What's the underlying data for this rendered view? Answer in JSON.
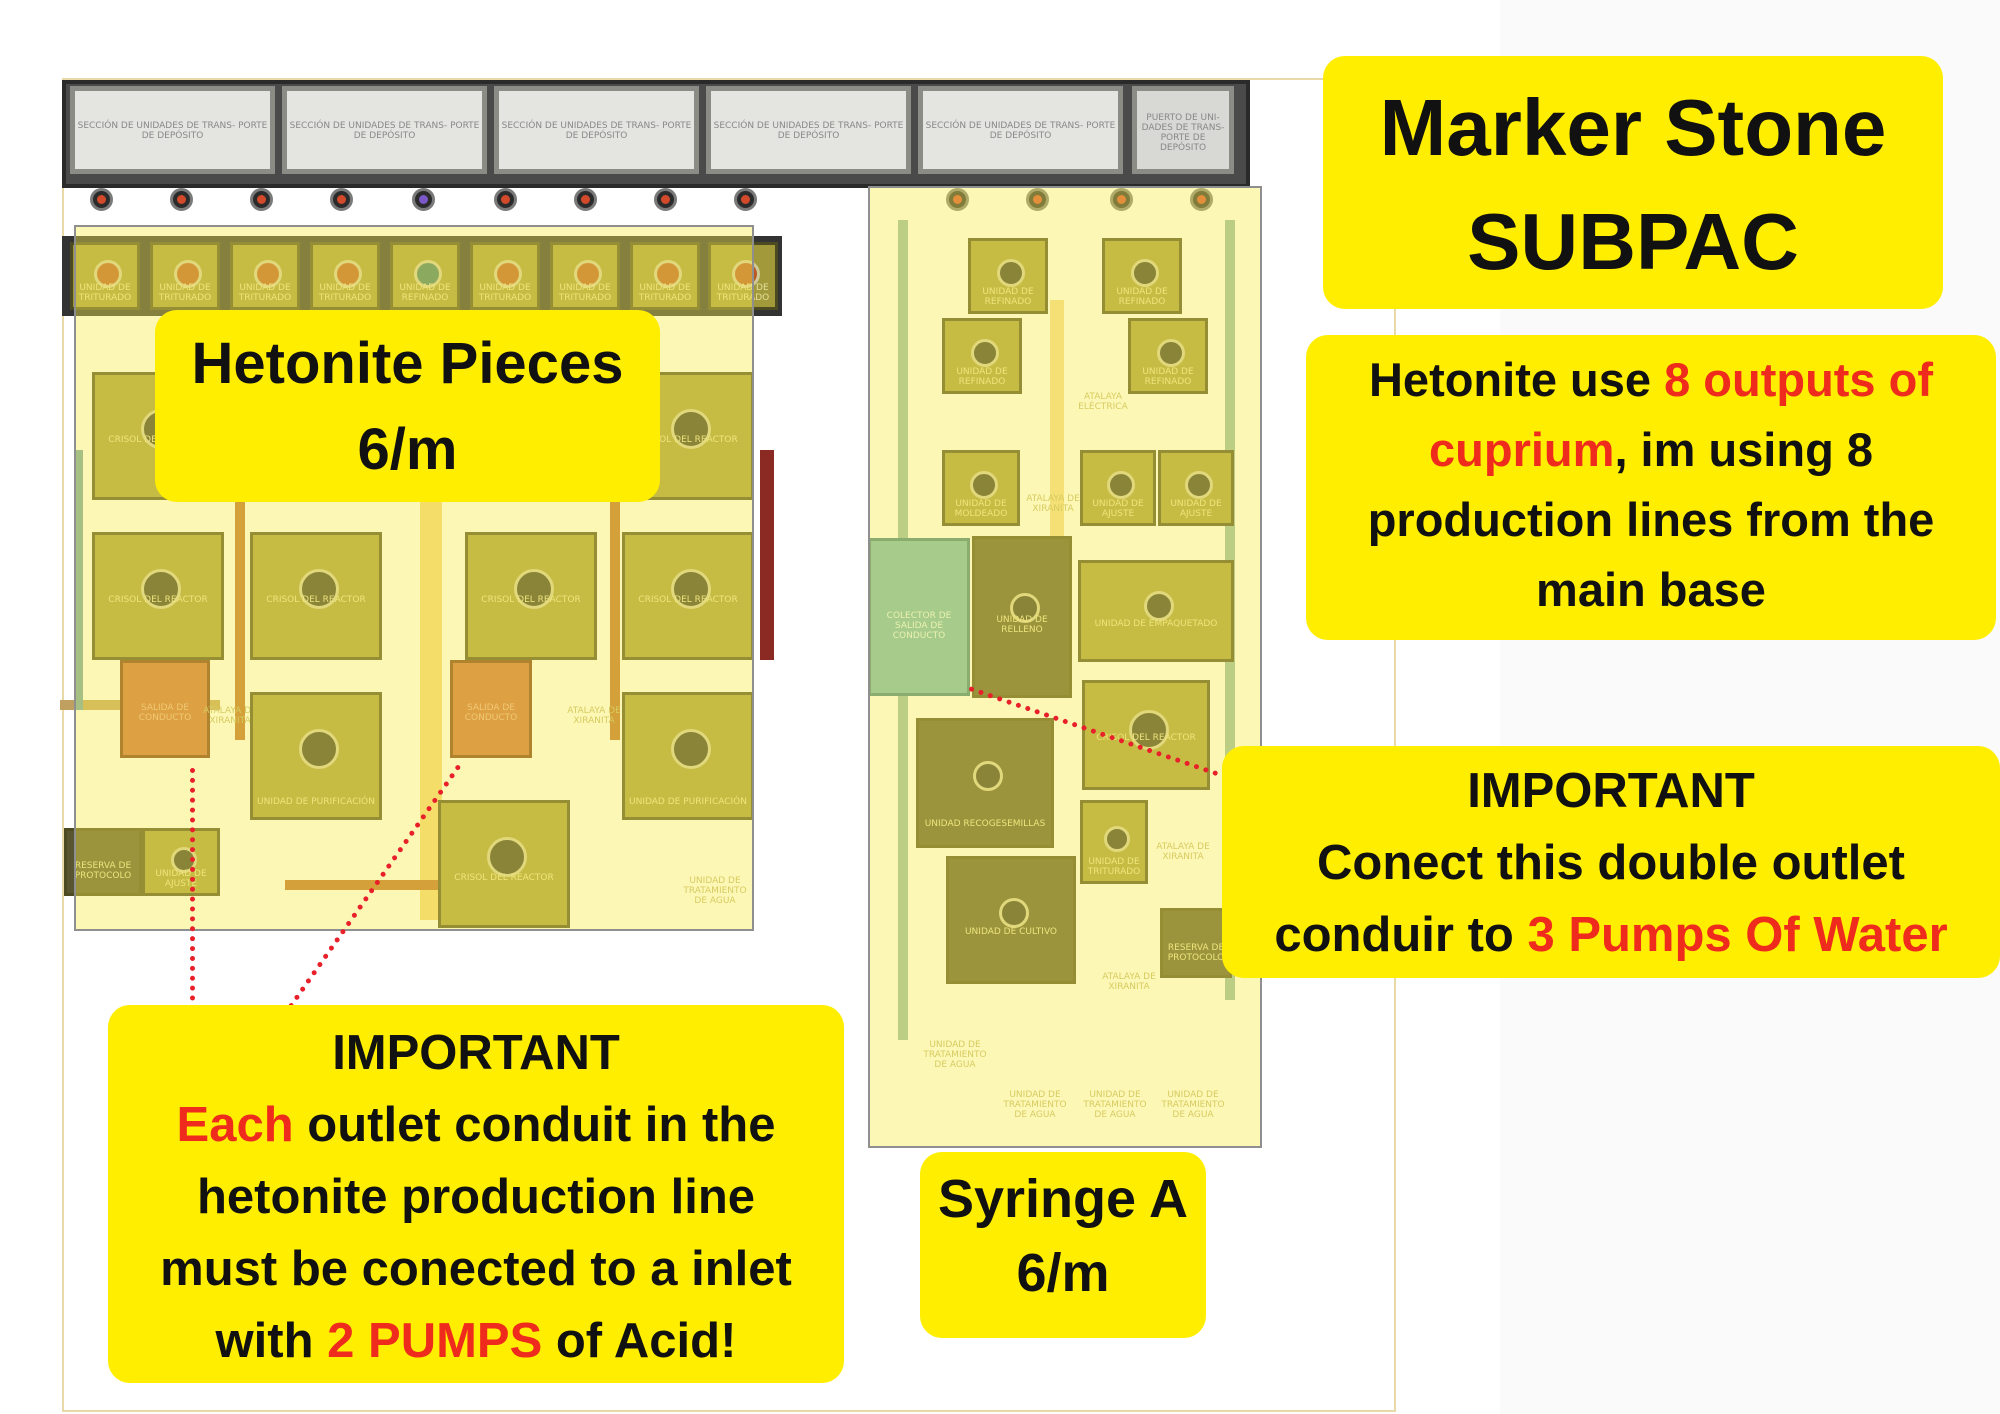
{
  "title": {
    "line1": "Marker Stone",
    "line2": "SUBPAC"
  },
  "info": {
    "l1a": "Hetonite use ",
    "l1b": "8 outputs of",
    "l2a": "cuprium",
    "l2b": ", im using 8",
    "l3": "production lines from the",
    "l4": "main base"
  },
  "hetonite_label": {
    "name": "Hetonite Pieces",
    "rate": "6/m"
  },
  "syringe_label": {
    "name": "Syringe A",
    "rate": "6/m"
  },
  "important_water": {
    "heading": "IMPORTANT",
    "l1": "Conect this double outlet",
    "l2a": "conduir to ",
    "l2b": "3 Pumps Of Water"
  },
  "important_acid": {
    "heading": "IMPORTANT",
    "l1a": "Each",
    "l1b": " outlet conduit in the",
    "l2": "hetonite production line",
    "l3": "must be conected to a inlet",
    "l4a": "with ",
    "l4b": "2 PUMPS",
    "l4c": " of Acid!"
  },
  "conveyor": {
    "segment_label": "SECCIÓN DE UNIDADES DE TRANS- PORTE DE DEPÓSITO",
    "port_label": "PUERTO DE UNI- DADES DE TRANS- PORTE DE DEPÓSITO"
  },
  "modules": {
    "triturado": "UNIDAD DE TRITURADO",
    "refinado": "UNIDAD DE REFINADO",
    "crisol": "CRISOL DEL REACTOR",
    "salida": "SALIDA DE CONDUCTO",
    "atalaya": "ATALAYA DE XIRANITA",
    "purificacion": "UNIDAD DE PURIFICACIÓN",
    "reserva": "RESERVA DE PROTOCOLO",
    "ajuste": "UNIDAD DE AJUSTE",
    "tratamiento": "UNIDAD DE TRATAMIENTO DE AGUA",
    "electrica": "ATALAYA ELÉCTRICA",
    "moldeado": "UNIDAD DE MOLDEADO",
    "colector": "COLECTOR DE SALIDA DE CONDUCTO",
    "relleno": "UNIDAD DE RELLENO",
    "empaquetado": "UNIDAD DE EMPAQUETADO",
    "recoge": "UNIDAD RECOGESEMILLAS",
    "cultivo": "UNIDAD DE CULTIVO"
  },
  "colors": {
    "callout": "#ffee00",
    "accent_red": "#ee2b1c",
    "overlay": "#faec50"
  }
}
